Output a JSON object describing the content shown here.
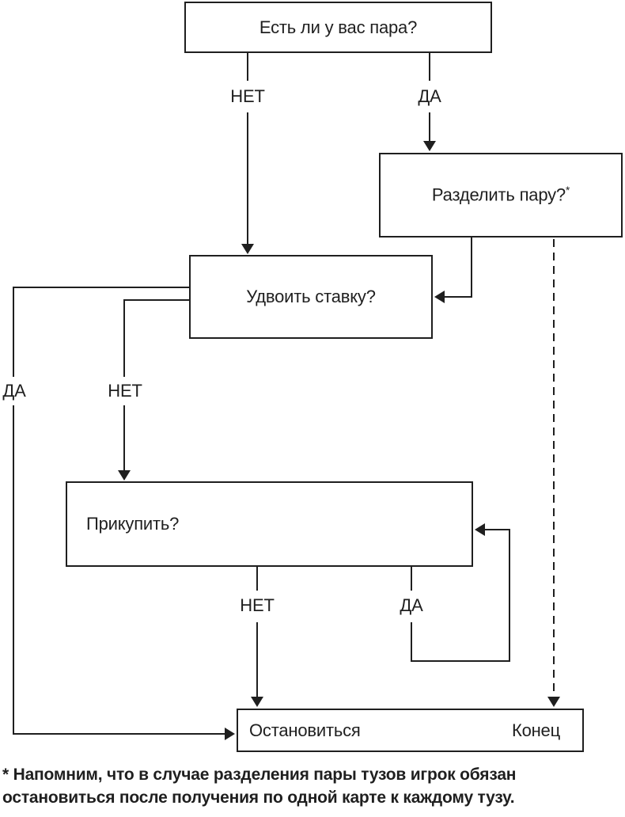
{
  "diagram": {
    "type": "flowchart",
    "background_color": "#ffffff",
    "line_color": "#1f1f1f",
    "nodes": {
      "has_pair": {
        "label": "Есть ли у вас пара?"
      },
      "split_pair": {
        "label": "Разделить пару?",
        "sup": "*"
      },
      "double_bet": {
        "label": "Удвоить ставку?"
      },
      "hit": {
        "label": "Прикупить?"
      },
      "stop": {
        "label": "Остановиться"
      },
      "end": {
        "label": "Конец"
      }
    },
    "edge_labels": {
      "has_pair_no": "НЕТ",
      "has_pair_yes": "ДА",
      "double_bet_yes": "ДА",
      "double_bet_no": "НЕТ",
      "hit_no": "НЕТ",
      "hit_yes": "ДА"
    },
    "edges": [
      {
        "from": "has_pair",
        "to": "double_bet",
        "label": "НЕТ",
        "style": "solid"
      },
      {
        "from": "has_pair",
        "to": "split_pair",
        "label": "ДА",
        "style": "solid"
      },
      {
        "from": "split_pair",
        "to": "double_bet",
        "label": "",
        "style": "solid"
      },
      {
        "from": "split_pair",
        "to": "end",
        "label": "",
        "style": "dashed"
      },
      {
        "from": "double_bet",
        "to": "stop",
        "label": "ДА",
        "style": "solid"
      },
      {
        "from": "double_bet",
        "to": "hit",
        "label": "НЕТ",
        "style": "solid"
      },
      {
        "from": "hit",
        "to": "stop",
        "label": "НЕТ",
        "style": "solid"
      },
      {
        "from": "hit",
        "to": "hit",
        "label": "ДА",
        "style": "solid"
      }
    ],
    "footnote": {
      "line1": "* Напомним, что в случае разделения пары тузов игрок обязан",
      "line2": "остановиться после получения по одной карте к каждому тузу."
    }
  }
}
